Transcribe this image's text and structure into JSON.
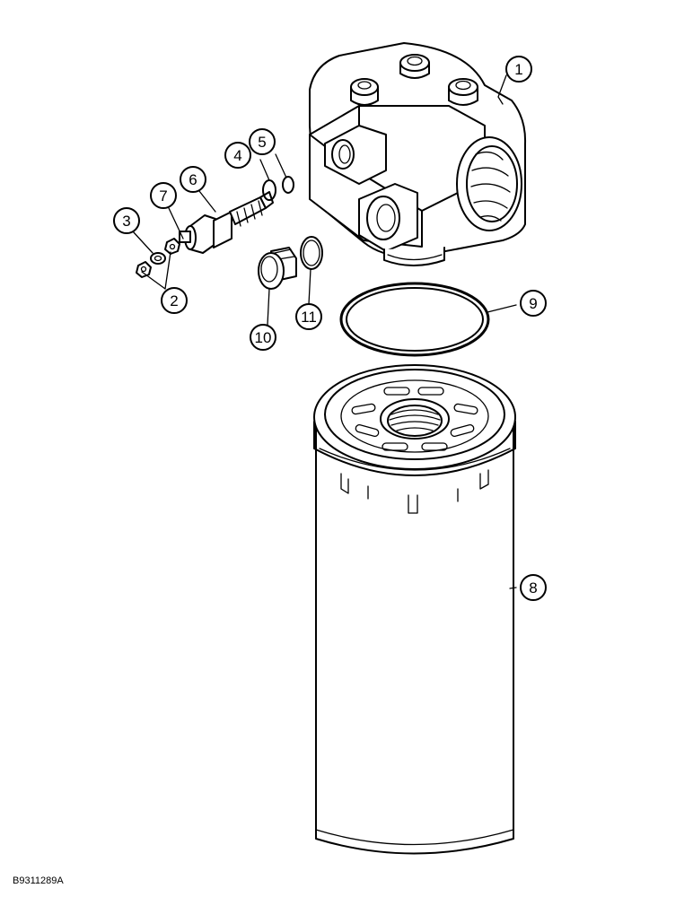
{
  "figure_id": "B9311289A",
  "callouts": [
    {
      "label": "1"
    },
    {
      "label": "2"
    },
    {
      "label": "3"
    },
    {
      "label": "4"
    },
    {
      "label": "5"
    },
    {
      "label": "6"
    },
    {
      "label": "7"
    },
    {
      "label": "8"
    },
    {
      "label": "9"
    },
    {
      "label": "10"
    },
    {
      "label": "11"
    }
  ]
}
